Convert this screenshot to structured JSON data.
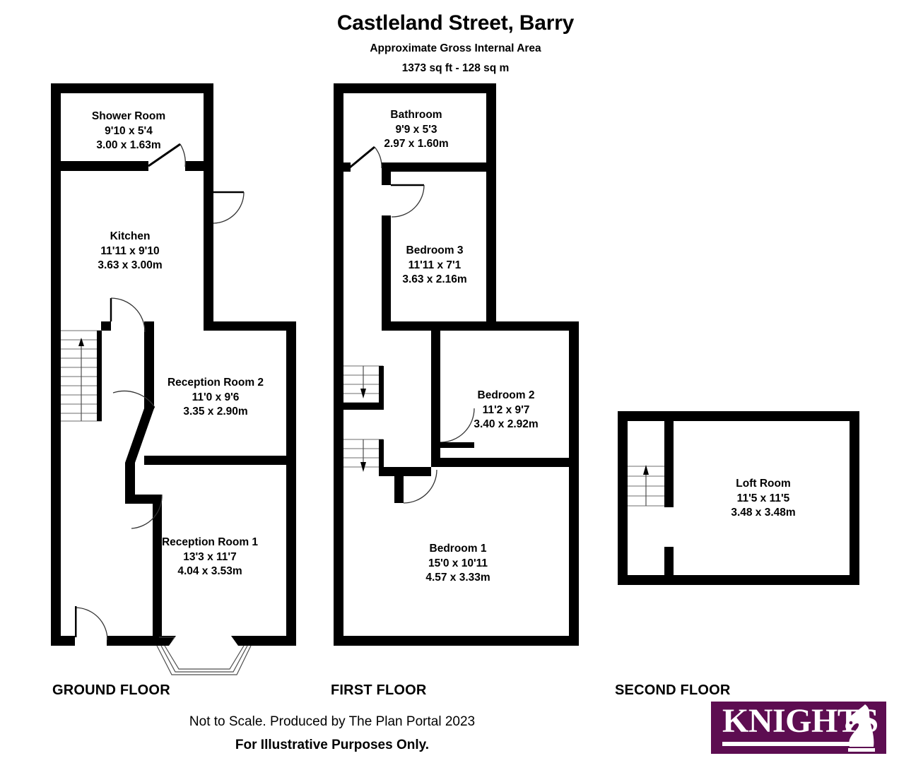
{
  "header": {
    "title": "Castleland Street, Barry",
    "subtitle_line1": "Approximate Gross Internal Area",
    "subtitle_line2": "1373 sq ft - 128 sq m"
  },
  "floors": [
    {
      "id": "ground",
      "caption": "GROUND FLOOR",
      "rooms": [
        {
          "name": "Shower Room",
          "imperial": "9'10 x 5'4",
          "metric": "3.00 x 1.63m"
        },
        {
          "name": "Kitchen",
          "imperial": "11'11 x 9'10",
          "metric": "3.63 x 3.00m"
        },
        {
          "name": "Reception Room 2",
          "imperial": "11'0 x 9'6",
          "metric": "3.35 x 2.90m"
        },
        {
          "name": "Reception Room 1",
          "imperial": "13'3 x 11'7",
          "metric": "4.04 x 3.53m"
        }
      ]
    },
    {
      "id": "first",
      "caption": "FIRST FLOOR",
      "rooms": [
        {
          "name": "Bathroom",
          "imperial": "9'9 x 5'3",
          "metric": "2.97 x 1.60m"
        },
        {
          "name": "Bedroom 3",
          "imperial": "11'11 x 7'1",
          "metric": "3.63 x 2.16m"
        },
        {
          "name": "Bedroom 2",
          "imperial": "11'2 x 9'7",
          "metric": "3.40 x 2.92m"
        },
        {
          "name": "Bedroom 1",
          "imperial": "15'0 x 10'11",
          "metric": "4.57 x 3.33m"
        }
      ]
    },
    {
      "id": "second",
      "caption": "SECOND FLOOR",
      "rooms": [
        {
          "name": "Loft Room",
          "imperial": "11'5 x 11'5",
          "metric": "3.48 x 3.48m"
        }
      ]
    }
  ],
  "footer": {
    "line1": "Not to Scale. Produced by The Plan Portal 2023",
    "line2": "For Illustrative Purposes Only."
  },
  "logo": {
    "text": "KNIGHTS",
    "brand_color": "#5d0d51",
    "icon": "chess-knight-icon"
  },
  "colors": {
    "wall": "#000000",
    "background": "#ffffff",
    "stair_line": "#808080",
    "door_arc": "#4d4d4d"
  }
}
